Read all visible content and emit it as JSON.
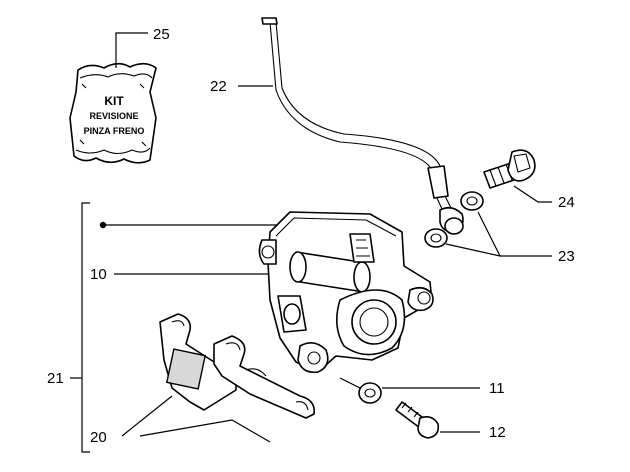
{
  "callouts": {
    "c25": "25",
    "c22": "22",
    "c24": "24",
    "c23": "23",
    "c10": "10",
    "c21": "21",
    "c11": "11",
    "c12": "12",
    "c20": "20"
  },
  "kit_label": {
    "line1": "KIT",
    "line2": "REVISIONE",
    "line3": "PINZA FRENO"
  }
}
